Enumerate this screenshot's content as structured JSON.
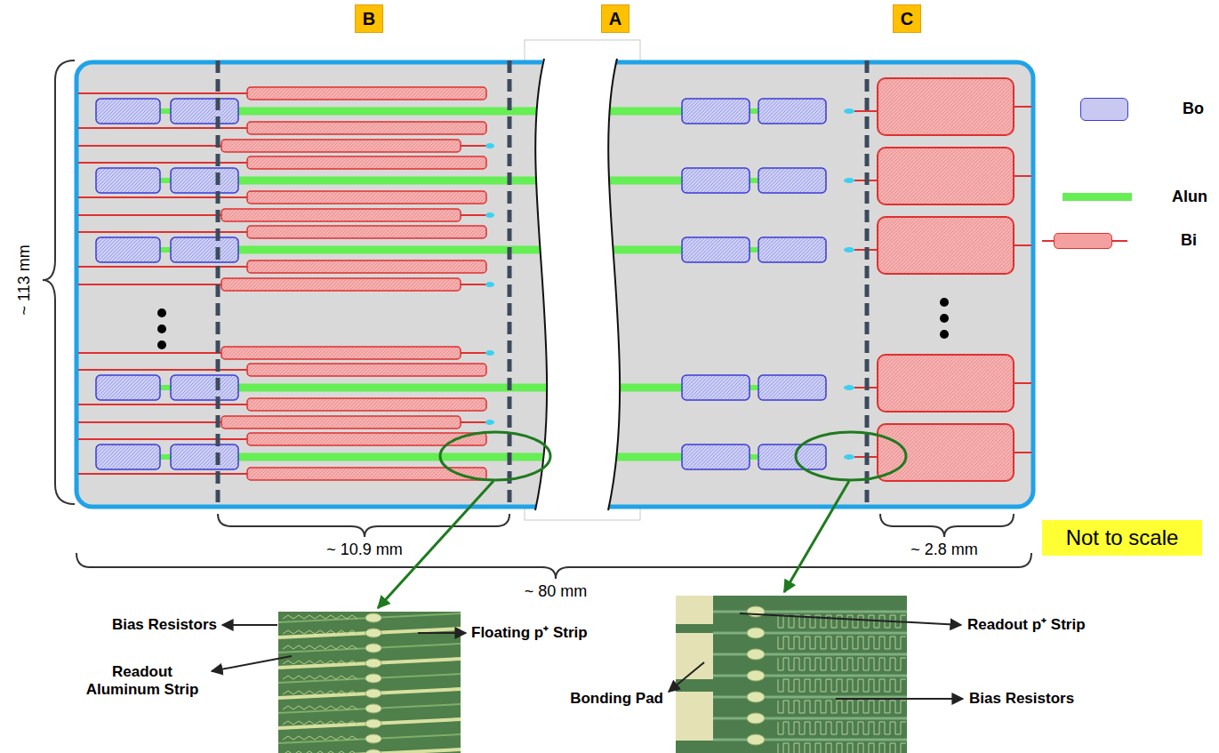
{
  "diagram": {
    "nodes": [
      {
        "text": [
          "B"
        ]
      },
      {
        "text": [
          "A"
        ]
      },
      {
        "text": [
          "C"
        ]
      },
      {
        "text": [
          "Not to scale"
        ]
      }
    ],
    "labels": [
      "~ 113 mm",
      "~ 10.9 mm",
      "~ 2.8 mm",
      "~ 80 mm",
      "Bias Resistors",
      "Readout Aluminum Strip",
      "Floating p⁺ Strip",
      "Bonding Pad",
      "Readout p⁺ Strip",
      "Bias Resistors"
    ],
    "legend": [
      {
        "text": "Bo",
        "color": "#c8c8f0"
      },
      {
        "text": "Alun",
        "color": "#66ee55"
      },
      {
        "text": "Bi",
        "color": "#f4a0a0"
      }
    ]
  }
}
